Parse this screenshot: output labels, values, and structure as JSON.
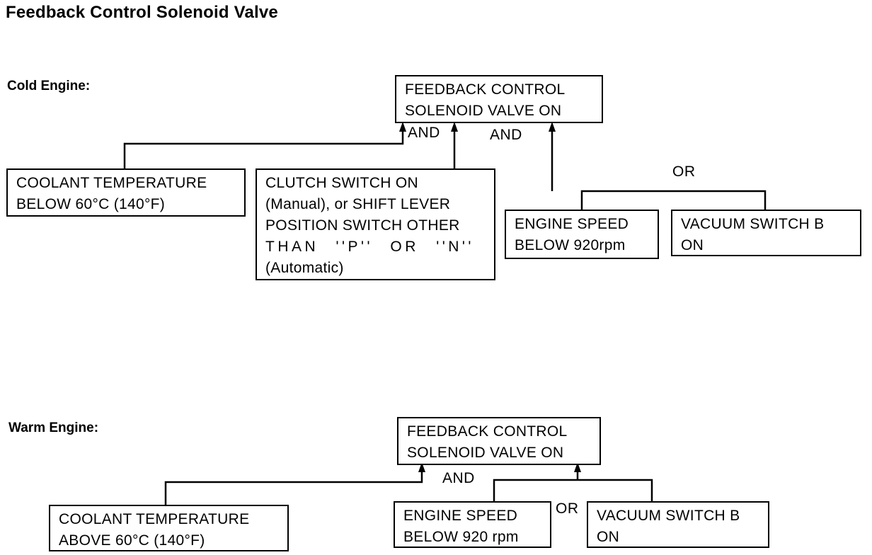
{
  "title": "Feedback Control Solenoid Valve",
  "cold": {
    "label": "Cold Engine:",
    "target": [
      "FEEDBACK CONTROL",
      "SOLENOID VALVE ON"
    ],
    "coolant": [
      "COOLANT TEMPERATURE",
      "BELOW 60°C (140°F)"
    ],
    "clutch": [
      "CLUTCH SWITCH ON",
      "(Manual), or SHIFT LEVER",
      "POSITION SWITCH OTHER",
      "THAN ''P'' OR ''N''",
      "(Automatic)"
    ],
    "engine_speed": [
      "ENGINE SPEED",
      "BELOW 920rpm"
    ],
    "vacuum": [
      "VACUUM SWITCH B",
      "ON"
    ],
    "and_1": "AND",
    "and_2": "AND",
    "or": "OR"
  },
  "warm": {
    "label": "Warm Engine:",
    "target": [
      "FEEDBACK CONTROL",
      "SOLENOID VALVE ON"
    ],
    "coolant": [
      "COOLANT TEMPERATURE",
      "ABOVE 60°C (140°F)"
    ],
    "engine_speed": [
      "ENGINE SPEED",
      "BELOW 920 rpm"
    ],
    "vacuum": [
      "VACUUM SWITCH B",
      "ON"
    ],
    "and": "AND",
    "or": "OR"
  }
}
